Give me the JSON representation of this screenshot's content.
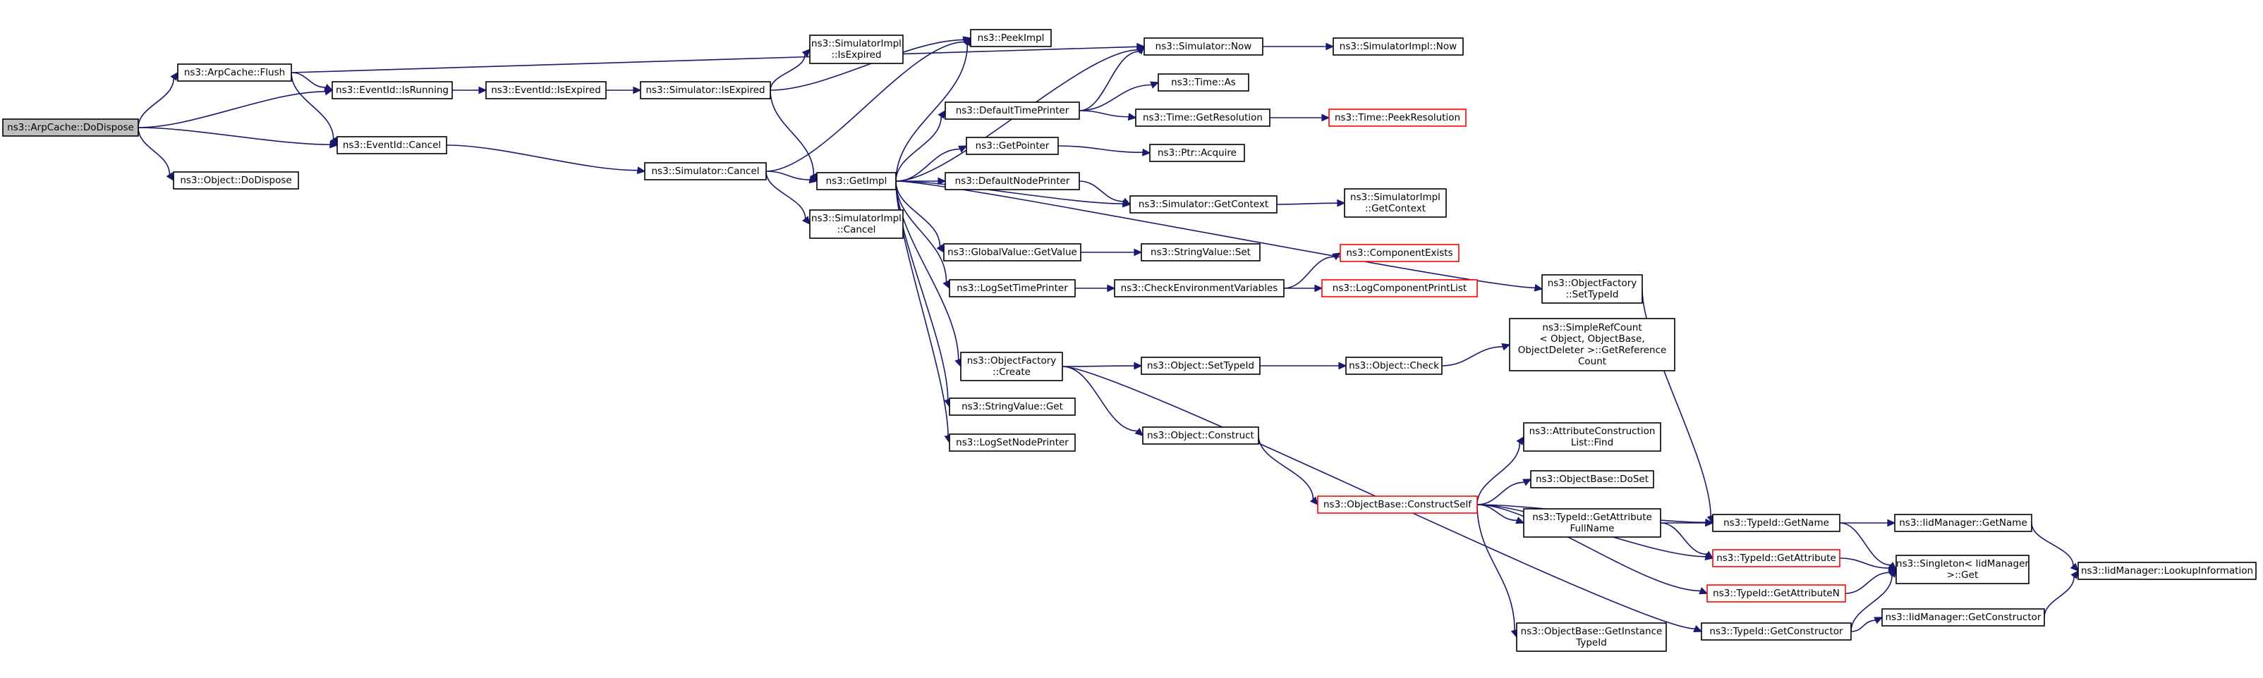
{
  "colors": {
    "edge": "#191970",
    "node_border": "#000000",
    "node_border_incomplete": "#ff0000",
    "root_fill": "#bfbfbf",
    "background": "#ffffff"
  },
  "nodes": [
    {
      "id": "ArpCacheDoDispose",
      "lines": [
        "ns3::ArpCache::DoDispose"
      ],
      "root": true
    },
    {
      "id": "ArpCacheFlush",
      "lines": [
        "ns3::ArpCache::Flush"
      ]
    },
    {
      "id": "ObjectDoDispose",
      "lines": [
        "ns3::Object::DoDispose"
      ]
    },
    {
      "id": "EventIdIsRunning",
      "lines": [
        "ns3::EventId::IsRunning"
      ]
    },
    {
      "id": "EventIdCancel",
      "lines": [
        "ns3::EventId::Cancel"
      ]
    },
    {
      "id": "EventIdIsExpired",
      "lines": [
        "ns3::EventId::IsExpired"
      ]
    },
    {
      "id": "SimulatorIsExpired",
      "lines": [
        "ns3::Simulator::IsExpired"
      ]
    },
    {
      "id": "SimulatorCancel",
      "lines": [
        "ns3::Simulator::Cancel"
      ]
    },
    {
      "id": "SimImplIsExpired",
      "lines": [
        "ns3::SimulatorImpl",
        "::IsExpired"
      ]
    },
    {
      "id": "SimImplCancel",
      "lines": [
        "ns3::SimulatorImpl",
        "::Cancel"
      ]
    },
    {
      "id": "PeekImpl",
      "lines": [
        "ns3::PeekImpl"
      ]
    },
    {
      "id": "GetImpl",
      "lines": [
        "ns3::GetImpl"
      ]
    },
    {
      "id": "SimulatorNow",
      "lines": [
        "ns3::Simulator::Now"
      ]
    },
    {
      "id": "SimImplNow",
      "lines": [
        "ns3::SimulatorImpl::Now"
      ]
    },
    {
      "id": "DefaultTimePrinter",
      "lines": [
        "ns3::DefaultTimePrinter"
      ]
    },
    {
      "id": "TimeAs",
      "lines": [
        "ns3::Time::As"
      ]
    },
    {
      "id": "TimeGetResolution",
      "lines": [
        "ns3::Time::GetResolution"
      ]
    },
    {
      "id": "TimePeekResolution",
      "lines": [
        "ns3::Time::PeekResolution"
      ],
      "incomplete": true
    },
    {
      "id": "GetPointer",
      "lines": [
        "ns3::GetPointer"
      ]
    },
    {
      "id": "PtrAcquire",
      "lines": [
        "ns3::Ptr::Acquire"
      ]
    },
    {
      "id": "DefaultNodePrinter",
      "lines": [
        "ns3::DefaultNodePrinter"
      ]
    },
    {
      "id": "SimulatorGetContext",
      "lines": [
        "ns3::Simulator::GetContext"
      ]
    },
    {
      "id": "SimImplGetContext",
      "lines": [
        "ns3::SimulatorImpl",
        "::GetContext"
      ]
    },
    {
      "id": "GlobalValueGetValue",
      "lines": [
        "ns3::GlobalValue::GetValue"
      ]
    },
    {
      "id": "StringValueSet",
      "lines": [
        "ns3::StringValue::Set"
      ]
    },
    {
      "id": "LogSetTimePrinter",
      "lines": [
        "ns3::LogSetTimePrinter"
      ]
    },
    {
      "id": "CheckEnvVars",
      "lines": [
        "ns3::CheckEnvironmentVariables"
      ]
    },
    {
      "id": "ComponentExists",
      "lines": [
        "ns3::ComponentExists"
      ],
      "incomplete": true
    },
    {
      "id": "LogComponentPrintList",
      "lines": [
        "ns3::LogComponentPrintList"
      ],
      "incomplete": true
    },
    {
      "id": "ObjectFactorySetTypeId",
      "lines": [
        "ns3::ObjectFactory",
        "::SetTypeId"
      ]
    },
    {
      "id": "ObjectFactoryCreate",
      "lines": [
        "ns3::ObjectFactory",
        "::Create"
      ]
    },
    {
      "id": "ObjectSetTypeId",
      "lines": [
        "ns3::Object::SetTypeId"
      ]
    },
    {
      "id": "ObjectCheck",
      "lines": [
        "ns3::Object::Check"
      ]
    },
    {
      "id": "SimpleRefCount",
      "lines": [
        "ns3::SimpleRefCount",
        "< Object, ObjectBase,",
        " ObjectDeleter >::GetReference",
        "Count"
      ]
    },
    {
      "id": "StringValueGet",
      "lines": [
        "ns3::StringValue::Get"
      ]
    },
    {
      "id": "LogSetNodePrinter",
      "lines": [
        "ns3::LogSetNodePrinter"
      ]
    },
    {
      "id": "ObjectConstruct",
      "lines": [
        "ns3::Object::Construct"
      ]
    },
    {
      "id": "AttrConstructionListFind",
      "lines": [
        "ns3::AttributeConstruction",
        "List::Find"
      ]
    },
    {
      "id": "ObjectBaseDoSet",
      "lines": [
        "ns3::ObjectBase::DoSet"
      ]
    },
    {
      "id": "ObjectBaseConstructSelf",
      "lines": [
        "ns3::ObjectBase::ConstructSelf"
      ],
      "incomplete": true
    },
    {
      "id": "TypeIdGetAttributeFullName",
      "lines": [
        "ns3::TypeId::GetAttribute",
        "FullName"
      ]
    },
    {
      "id": "TypeIdGetName",
      "lines": [
        "ns3::TypeId::GetName"
      ]
    },
    {
      "id": "IidManagerGetName",
      "lines": [
        "ns3::IidManager::GetName"
      ]
    },
    {
      "id": "TypeIdGetAttribute",
      "lines": [
        "ns3::TypeId::GetAttribute"
      ],
      "incomplete": true
    },
    {
      "id": "SingletonGet",
      "lines": [
        "ns3::Singleton< IidManager",
        " >::Get"
      ]
    },
    {
      "id": "IidManagerLookupInformation",
      "lines": [
        "ns3::IidManager::LookupInformation"
      ]
    },
    {
      "id": "TypeIdGetAttributeN",
      "lines": [
        "ns3::TypeId::GetAttributeN"
      ],
      "incomplete": true
    },
    {
      "id": "ObjectBaseGetInstanceTypeId",
      "lines": [
        "ns3::ObjectBase::GetInstance",
        "TypeId"
      ]
    },
    {
      "id": "TypeIdGetConstructor",
      "lines": [
        "ns3::TypeId::GetConstructor"
      ]
    },
    {
      "id": "IidManagerGetConstructor",
      "lines": [
        "ns3::IidManager::GetConstructor"
      ]
    }
  ],
  "edges": [
    [
      "ArpCacheDoDispose",
      "ArpCacheFlush"
    ],
    [
      "ArpCacheDoDispose",
      "EventIdIsRunning"
    ],
    [
      "ArpCacheDoDispose",
      "EventIdCancel"
    ],
    [
      "ArpCacheDoDispose",
      "ObjectDoDispose"
    ],
    [
      "ArpCacheFlush",
      "SimulatorNow"
    ],
    [
      "ArpCacheFlush",
      "EventIdIsRunning"
    ],
    [
      "ArpCacheFlush",
      "EventIdCancel"
    ],
    [
      "EventIdIsRunning",
      "EventIdIsExpired"
    ],
    [
      "EventIdIsExpired",
      "SimulatorIsExpired"
    ],
    [
      "SimulatorIsExpired",
      "SimImplIsExpired"
    ],
    [
      "SimulatorIsExpired",
      "PeekImpl"
    ],
    [
      "SimulatorIsExpired",
      "GetImpl"
    ],
    [
      "EventIdCancel",
      "SimulatorCancel"
    ],
    [
      "SimulatorCancel",
      "PeekImpl"
    ],
    [
      "SimulatorCancel",
      "GetImpl"
    ],
    [
      "SimulatorCancel",
      "SimImplCancel"
    ],
    [
      "GetImpl",
      "PeekImpl"
    ],
    [
      "GetImpl",
      "SimulatorNow"
    ],
    [
      "GetImpl",
      "DefaultTimePrinter"
    ],
    [
      "GetImpl",
      "GetPointer"
    ],
    [
      "GetImpl",
      "DefaultNodePrinter"
    ],
    [
      "GetImpl",
      "SimulatorGetContext"
    ],
    [
      "GetImpl",
      "GlobalValueGetValue"
    ],
    [
      "GetImpl",
      "LogSetTimePrinter"
    ],
    [
      "GetImpl",
      "ObjectFactorySetTypeId"
    ],
    [
      "GetImpl",
      "ObjectFactoryCreate"
    ],
    [
      "GetImpl",
      "StringValueGet"
    ],
    [
      "GetImpl",
      "LogSetNodePrinter"
    ],
    [
      "SimulatorNow",
      "SimImplNow"
    ],
    [
      "DefaultTimePrinter",
      "SimulatorNow"
    ],
    [
      "DefaultTimePrinter",
      "TimeAs"
    ],
    [
      "DefaultTimePrinter",
      "TimeGetResolution"
    ],
    [
      "TimeGetResolution",
      "TimePeekResolution"
    ],
    [
      "GetPointer",
      "PtrAcquire"
    ],
    [
      "DefaultNodePrinter",
      "SimulatorGetContext"
    ],
    [
      "SimulatorGetContext",
      "SimImplGetContext"
    ],
    [
      "GlobalValueGetValue",
      "StringValueSet"
    ],
    [
      "LogSetTimePrinter",
      "CheckEnvVars"
    ],
    [
      "CheckEnvVars",
      "ComponentExists"
    ],
    [
      "CheckEnvVars",
      "LogComponentPrintList"
    ],
    [
      "ObjectFactorySetTypeId",
      "TypeIdGetName"
    ],
    [
      "ObjectFactoryCreate",
      "ObjectSetTypeId"
    ],
    [
      "ObjectFactoryCreate",
      "ObjectConstruct"
    ],
    [
      "ObjectFactoryCreate",
      "TypeIdGetConstructor"
    ],
    [
      "ObjectSetTypeId",
      "ObjectCheck"
    ],
    [
      "ObjectCheck",
      "SimpleRefCount"
    ],
    [
      "ObjectConstruct",
      "ObjectBaseConstructSelf"
    ],
    [
      "ObjectBaseConstructSelf",
      "AttrConstructionListFind"
    ],
    [
      "ObjectBaseConstructSelf",
      "ObjectBaseDoSet"
    ],
    [
      "ObjectBaseConstructSelf",
      "TypeIdGetAttributeFullName"
    ],
    [
      "ObjectBaseConstructSelf",
      "TypeIdGetName"
    ],
    [
      "ObjectBaseConstructSelf",
      "TypeIdGetAttribute"
    ],
    [
      "ObjectBaseConstructSelf",
      "TypeIdGetAttributeN"
    ],
    [
      "ObjectBaseConstructSelf",
      "ObjectBaseGetInstanceTypeId"
    ],
    [
      "TypeIdGetAttributeFullName",
      "TypeIdGetName"
    ],
    [
      "TypeIdGetAttributeFullName",
      "TypeIdGetAttribute"
    ],
    [
      "TypeIdGetName",
      "IidManagerGetName"
    ],
    [
      "TypeIdGetName",
      "SingletonGet"
    ],
    [
      "IidManagerGetName",
      "IidManagerLookupInformation"
    ],
    [
      "TypeIdGetAttribute",
      "SingletonGet"
    ],
    [
      "TypeIdGetAttributeN",
      "SingletonGet"
    ],
    [
      "TypeIdGetConstructor",
      "SingletonGet"
    ],
    [
      "TypeIdGetConstructor",
      "IidManagerGetConstructor"
    ],
    [
      "IidManagerGetConstructor",
      "IidManagerLookupInformation"
    ]
  ]
}
